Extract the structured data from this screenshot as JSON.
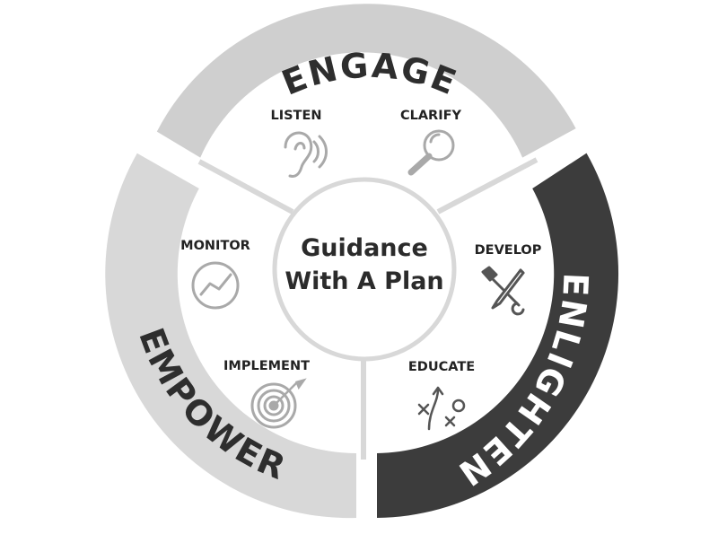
{
  "center": {
    "line1": "Guidance",
    "line2": "With A Plan"
  },
  "ring": {
    "engage": "ENGAGE",
    "enlighten": "ENLIGHTEN",
    "empower": "EMPOWER"
  },
  "steps": {
    "listen": "LISTEN",
    "clarify": "CLARIFY",
    "develop": "DEVELOP",
    "educate": "EDUCATE",
    "monitor": "MONITOR",
    "implement": "IMPLEMENT"
  },
  "icons": {
    "listen": "ear-icon",
    "clarify": "magnifier-icon",
    "develop": "wrench-pencil-icon",
    "educate": "play-diagram-icon",
    "monitor": "trend-chart-icon",
    "implement": "target-icon"
  },
  "colors": {
    "engage": "#cfcfcf",
    "empower": "#d8d8d8",
    "enlighten": "#3c3c3c",
    "engage_text": "#2e2e2e",
    "empower_text": "#2e2e2e",
    "enlighten_text": "#ffffff",
    "icon": "#a9a9a9"
  }
}
